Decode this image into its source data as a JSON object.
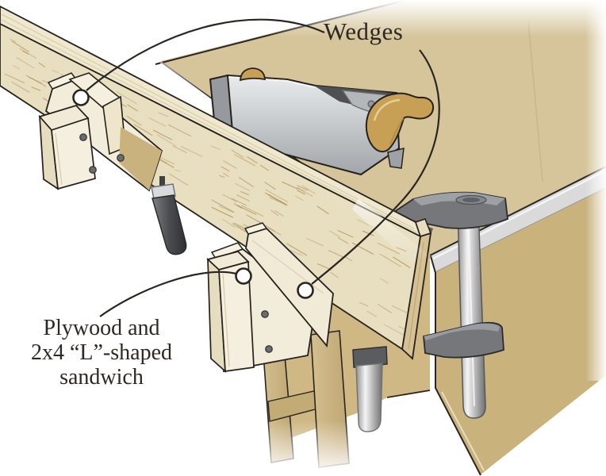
{
  "figure": {
    "type": "woodworking-instructional-illustration",
    "labels": {
      "wedges": "Wedges",
      "sandwich": [
        "Plywood and",
        "2x4 “L”-shaped",
        "sandwich"
      ]
    },
    "callouts": [
      {
        "label": "Wedges",
        "target": "left-wedge-marker"
      },
      {
        "label": "Wedges",
        "target": "center-wedge-marker"
      },
      {
        "label": "Plywood and 2x4 “L”-shaped sandwich",
        "target": "center-sandwich-marker"
      }
    ],
    "scene_elements": [
      "workbench-top",
      "bench-metal-edge-strip",
      "bench-apron",
      "bench-legs",
      "workpiece-board",
      "hand-plane",
      "plane-front-knob",
      "plane-tote",
      "left-plywood-2x4-sandwich",
      "center-plywood-2x4-sandwich",
      "wedges",
      "screws",
      "under-bench-clamp-handle",
      "front-clamp-handle",
      "f-clamp"
    ],
    "colors": {
      "background": "#ffffff",
      "benchtop": "#d6c59b",
      "apron": "#c9b27c",
      "board_face": "#e8dfc1",
      "board_grain": "#a8894d",
      "plywood": "#f2ecda",
      "metal_strip": "#dadada",
      "clamp_dark": "#75777b",
      "silver": "#f4f4f4",
      "wood_handle": "#c7a055",
      "outline": "#26211c",
      "label_text": "#2d2824"
    }
  }
}
